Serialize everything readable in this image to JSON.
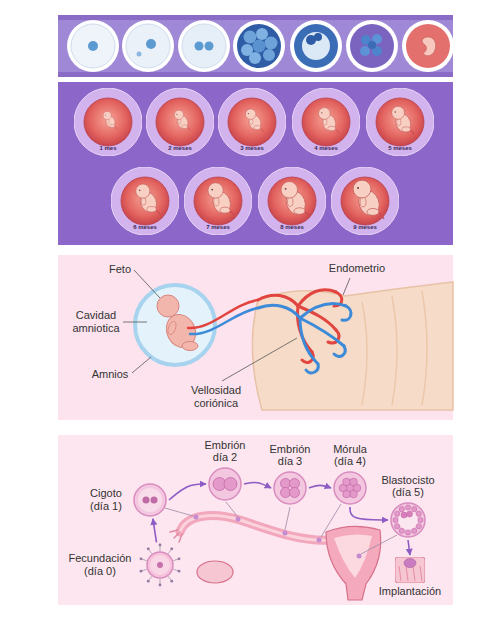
{
  "diagram": {
    "nodes": [
      {
        "text": [
          "1 mes"
        ]
      },
      {
        "text": [
          "2 meses"
        ]
      },
      {
        "text": [
          "3 meses"
        ]
      },
      {
        "text": [
          "4 meses"
        ]
      },
      {
        "text": [
          "5 meses"
        ]
      },
      {
        "text": [
          "6 meses"
        ]
      },
      {
        "text": [
          "7 meses"
        ]
      },
      {
        "text": [
          "8 meses"
        ]
      },
      {
        "text": [
          "9 meses"
        ]
      },
      {
        "text": [
          "Fecundación (día 0)"
        ]
      },
      {
        "text": [
          "Cigoto (día 1)"
        ]
      },
      {
        "text": [
          "Embrión día 2"
        ]
      },
      {
        "text": [
          "Embrión día 3"
        ]
      },
      {
        "text": [
          "Mórula (día 4)"
        ]
      },
      {
        "text": [
          "Blastocisto (día 5)"
        ]
      },
      {
        "text": [
          "Implantación"
        ]
      }
    ],
    "edges": [
      {
        "from": 9,
        "to": 10,
        "arrow": "to"
      },
      {
        "from": 10,
        "to": 11,
        "arrow": "to"
      },
      {
        "from": 11,
        "to": 12,
        "arrow": "to"
      },
      {
        "from": 12,
        "to": 13,
        "arrow": "to"
      },
      {
        "from": 13,
        "to": 14,
        "arrow": "to"
      },
      {
        "from": 14,
        "to": 15,
        "arrow": "to"
      }
    ],
    "labels": [
      "Feto",
      "Endometrio",
      "Cavidad amniotica",
      "Amnios",
      "Vellosidad coriónica"
    ]
  }
}
